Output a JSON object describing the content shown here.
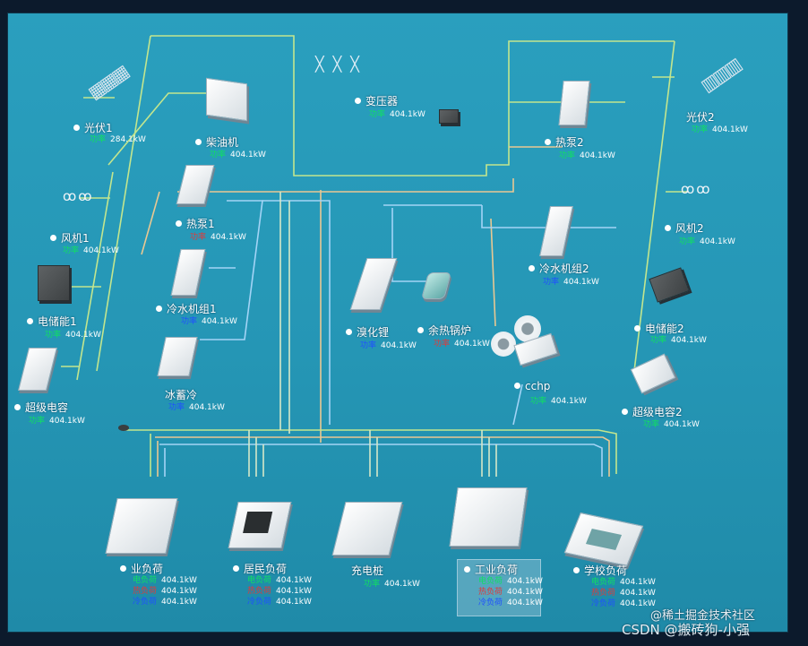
{
  "devices": {
    "pv1": {
      "name": "光伏1",
      "power_key": "功率",
      "power_value": "284.1kW"
    },
    "diesel": {
      "name": "柴油机",
      "power_key": "功率",
      "power_value": "404.1kW"
    },
    "transformer": {
      "name": "变压器",
      "power_key": "功率",
      "power_value": "404.1kW"
    },
    "pv2": {
      "name": "光伏2",
      "power_key": "功率",
      "power_value": "404.1kW"
    },
    "heatpump2": {
      "name": "热泵2",
      "power_key": "功率",
      "power_value": "404.1kW"
    },
    "wind1": {
      "name": "风机1",
      "power_key": "功率",
      "power_value": "404.1kW"
    },
    "heatpump1": {
      "name": "热泵1",
      "power_key": "功率",
      "power_value": "404.1kW"
    },
    "wind2": {
      "name": "风机2",
      "power_key": "功率",
      "power_value": "404.1kW"
    },
    "chiller2": {
      "name": "冷水机组2",
      "power_key": "功率",
      "power_value": "404.1kW"
    },
    "chiller1": {
      "name": "冷水机组1",
      "power_key": "功率",
      "power_value": "404.1kW"
    },
    "storage1": {
      "name": "电储能1",
      "power_key": "功率",
      "power_value": "404.1kW"
    },
    "libr": {
      "name": "溴化锂",
      "power_key": "功率",
      "power_value": "404.1kW"
    },
    "wasteheat": {
      "name": "余热锅炉",
      "power_key": "功率",
      "power_value": "404.1kW"
    },
    "storage2": {
      "name": "电储能2",
      "power_key": "功率",
      "power_value": "404.1kW"
    },
    "icestorage": {
      "name": "冰蓄冷",
      "power_key": "功率",
      "power_value": "404.1kW"
    },
    "cchp": {
      "name": "cchp",
      "power_key": "功率",
      "power_value": "404.1kW"
    },
    "supercap1": {
      "name": "超级电容",
      "power_key": "功率",
      "power_value": "404.1kW"
    },
    "supercap2": {
      "name": "超级电容2",
      "power_key": "功率",
      "power_value": "404.1kW"
    }
  },
  "loads": {
    "commercial": {
      "name": "业负荷",
      "rows": [
        {
          "k": "电负荷",
          "v": "404.1kW"
        },
        {
          "k": "热负荷",
          "v": "404.1kW"
        },
        {
          "k": "冷负荷",
          "v": "404.1kW"
        }
      ]
    },
    "residential": {
      "name": "居民负荷",
      "rows": [
        {
          "k": "电负荷",
          "v": "404.1kW"
        },
        {
          "k": "热负荷",
          "v": "404.1kW"
        },
        {
          "k": "冷负荷",
          "v": "404.1kW"
        }
      ]
    },
    "charger": {
      "name": "充电桩",
      "power_key": "功率",
      "power_value": "404.1kW"
    },
    "industrial": {
      "name": "工业负荷",
      "rows": [
        {
          "k": "电负荷",
          "v": "404.1kW"
        },
        {
          "k": "热负荷",
          "v": "404.1kW"
        },
        {
          "k": "冷负荷",
          "v": "404.1kW"
        }
      ]
    },
    "school": {
      "name": "学校负荷",
      "rows": [
        {
          "k": "电负荷",
          "v": "404.1kW"
        },
        {
          "k": "热负荷",
          "v": "404.1kW"
        },
        {
          "k": "冷负荷",
          "v": "404.1kW"
        }
      ]
    }
  },
  "watermark": {
    "line1": "@稀土掘金技术社区",
    "line2": "CSDN @搬砖狗-小强"
  },
  "colors": {
    "electric": "#b8e08a",
    "heat": "#e8c48a",
    "cold": "#9fd0f4",
    "power_key": "#10e060",
    "heat_key": "#e03a3a",
    "cold_key": "#2050ff"
  }
}
